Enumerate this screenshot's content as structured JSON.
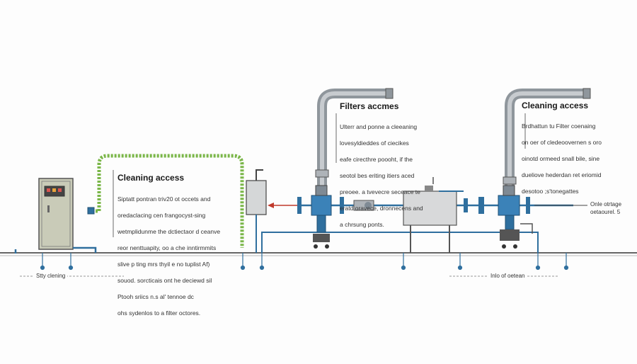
{
  "annotations": {
    "left": {
      "title": "Cleaning access",
      "lines": [
        "Siptatt pontran triv20 ot occets and",
        "oredaclacing cen frangocyst-sing",
        "wetmplidunme the dctiectaor d ceanve",
        "reor nenttuapity, oo a che inntirmmits",
        "slive p ting mrs thyil e no tuplist Af)",
        "souod. sorcticais ont he deciewd sil",
        "Ptooh sriics n.s al' tennoe dc",
        "ohs sydenlos to a filter octores."
      ]
    },
    "middle": {
      "title": "Filters accmes",
      "lines": [
        "Ulterr and ponne a cleeaning",
        "lovesyldieddes of ciecikes",
        "eafe cirecthre poooht, if the",
        "seotol bes eriting itiers aced",
        "preoee. a tvevecre seceace te",
        "eratd oravece, dronnecens and",
        "a chrsung ponts."
      ]
    },
    "right": {
      "title": "Cleaning access",
      "lines": [
        "Brdhattun tu Filter coenaing",
        "on oer of cledeoovernen s oro",
        "oinotd ormeed snall bile, sine",
        "dueliove hederdan ret eriomid",
        "desotoo ;s'tonegattes"
      ]
    },
    "far_right": {
      "lines": [
        "Onle otrtage",
        "oetaourel. 5"
      ]
    }
  },
  "bottom_labels": {
    "left": "Stty clening",
    "right": "Inlo of oetean"
  },
  "colors": {
    "pipe_blue": "#2f6f9e",
    "pipe_gray": "#9aa0a6",
    "hose_green": "#7ab648",
    "arrow_red": "#c0392b",
    "cabinet": "#c9cbb8",
    "ground": "#555555"
  }
}
